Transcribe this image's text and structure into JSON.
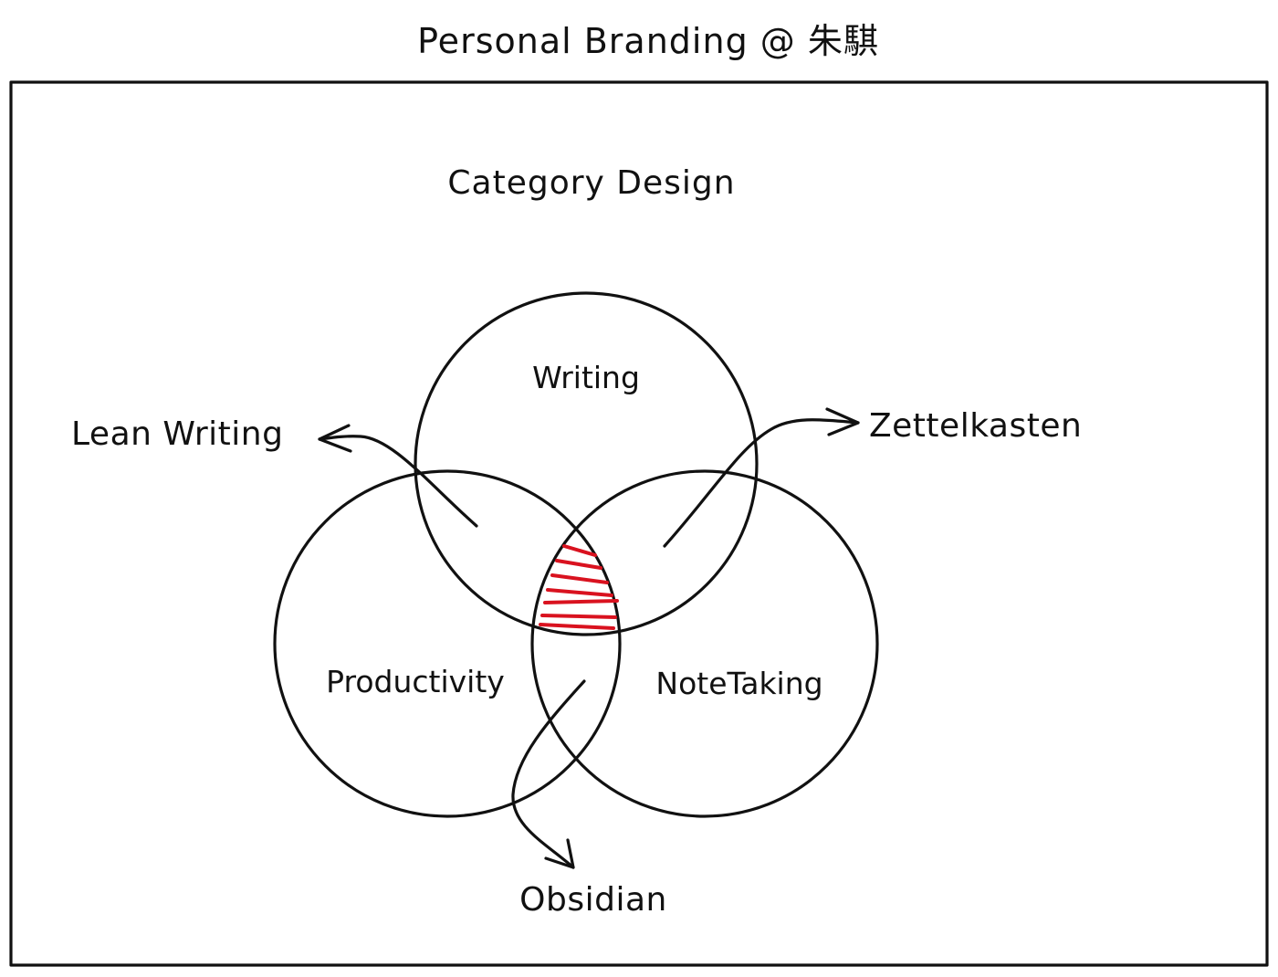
{
  "title": "Personal Branding @ 朱騏",
  "heading": "Category Design",
  "circles": {
    "top": "Writing",
    "left": "Productivity",
    "right": "NoteTaking"
  },
  "callouts": {
    "top_left": "Lean Writing",
    "top_right": "Zettelkasten",
    "bottom": "Obsidian"
  },
  "colors": {
    "ink": "#111111",
    "accent": "#d9121f"
  }
}
